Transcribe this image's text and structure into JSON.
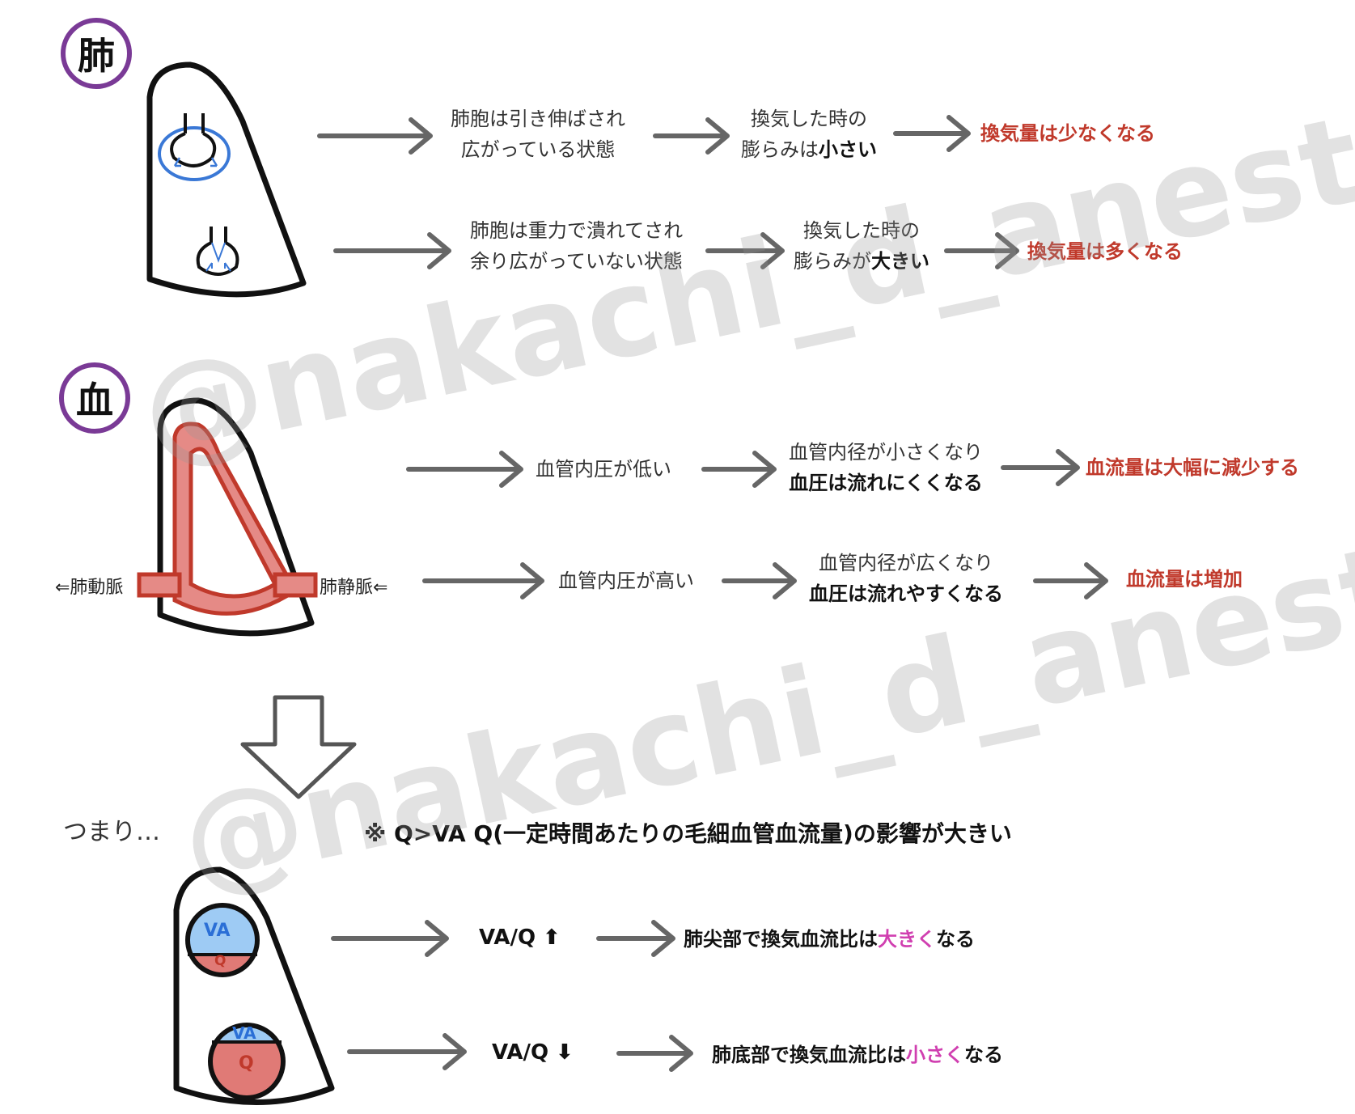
{
  "lung": {
    "badge": "肺",
    "row1": {
      "step1": [
        "肺胞は引き伸ばされ",
        "広がっている状態"
      ],
      "step2": [
        "換気した時の",
        "膨らみは",
        "小さい"
      ],
      "result": "換気量は少なくなる"
    },
    "row2": {
      "step1": [
        "肺胞は重力で潰れてされ",
        "余り広がっていない状態"
      ],
      "step2": [
        "換気した時の",
        "膨らみが",
        "大きい"
      ],
      "result": "換気量は多くなる"
    }
  },
  "blood": {
    "badge": "血",
    "artery_label": "⇐肺動脈",
    "vein_label": "肺静脈⇐",
    "row1": {
      "step1": "血管内圧が低い",
      "step2": [
        "血管内径が小さくなり",
        "血圧は流れにくくなる"
      ],
      "result": "血流量は大幅に減少する"
    },
    "row2": {
      "step1": "血管内圧が高い",
      "step2": [
        "血管内径が広くなり",
        "血圧は流れやすくなる"
      ],
      "result": "血流量は増加"
    }
  },
  "summary": {
    "intro": "つまり…",
    "note": "※ Q>VA  Q(一定時間あたりの毛細血管血流量)の影響が大きい",
    "circle_va": "VA",
    "circle_q": "Q",
    "row1": {
      "ratio": "VA/Q ⬆",
      "result_pre": "肺尖部で換気血流比は",
      "result_hl": "大きく",
      "result_post": "なる"
    },
    "row2": {
      "ratio": "VA/Q ⬇",
      "result_pre": "肺底部で換気血流比は",
      "result_hl": "小さく",
      "result_post": "なる"
    }
  },
  "watermark": "@nakachi_d_anesth",
  "colors": {
    "arrow": "#666666",
    "result_red": "#c0392b",
    "badge_purple": "#7a3a96",
    "vessel_red": "#c0392b",
    "vessel_fill": "#e58a86",
    "va_blue": "#9ecbf4",
    "va_text": "#2b6fd6",
    "q_red": "#e07a76",
    "highlight_pink": "#d03fb0"
  }
}
